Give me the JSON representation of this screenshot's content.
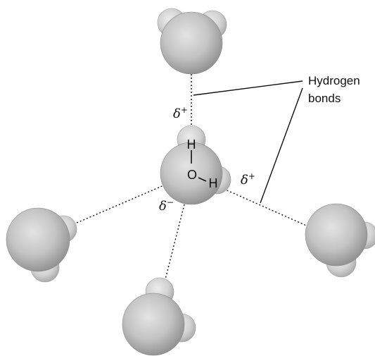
{
  "labels": {
    "callout_line1": "Hydrogen",
    "callout_line2": "bonds",
    "atom_h_top": "H",
    "atom_o": "O",
    "atom_h_right": "H",
    "delta_plus_top": "δ+",
    "delta_plus_right": "δ+",
    "delta_minus": "δ−",
    "delta_symbol": "δ",
    "plus_sign": "+",
    "minus_sign": "−"
  },
  "colors": {
    "oxygen_sphere": "#b8b8b8",
    "hydrogen_sphere": "#cfcfcf",
    "lines": "#111111"
  }
}
